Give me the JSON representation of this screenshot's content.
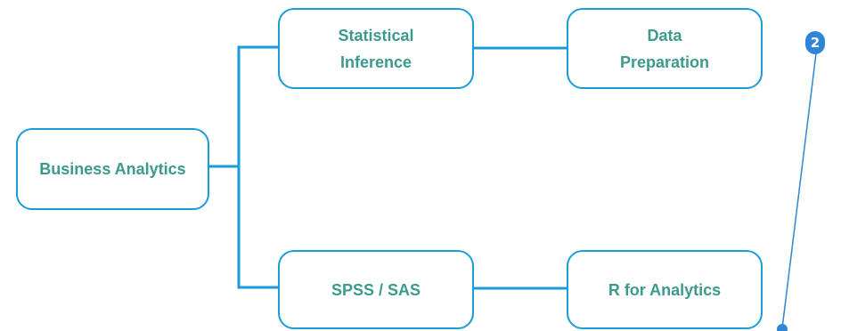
{
  "diagram": {
    "nodes": {
      "business_analytics": "Business Analytics",
      "statistical_inference": "Statistical\nInference",
      "data_preparation": "Data\nPreparation",
      "spss_sas": "SPSS / SAS",
      "r_for_analytics": "R for Analytics"
    },
    "callout": {
      "number": "2"
    },
    "colors": {
      "connector": "#1a9cd8",
      "node_border": "#1a9cd8",
      "node_text": "#3c9a8c",
      "callout": "#2f86d6"
    }
  }
}
